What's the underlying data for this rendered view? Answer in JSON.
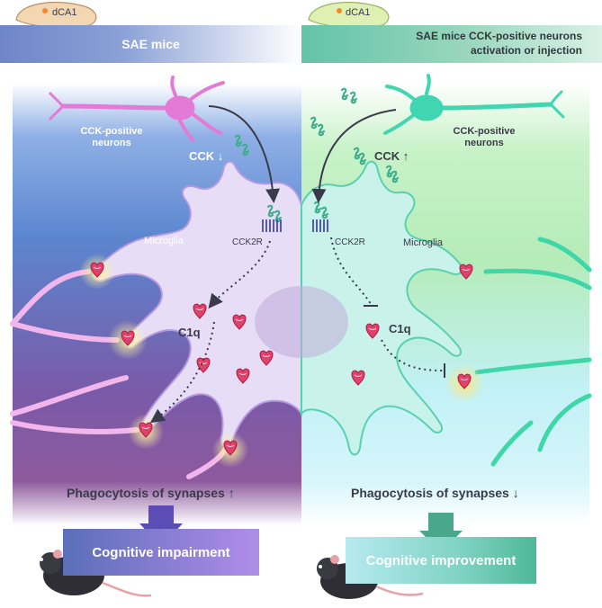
{
  "left_panel": {
    "header": "SAE mice",
    "region": "dCA1",
    "neuron_label": "CCK-positive neurons",
    "cck_label": "CCK",
    "cck_arrow": "↓",
    "receptor_label": "CCK2R",
    "cell_label": "Microglia",
    "c1q_label": "C1q",
    "phago_label": "Phagocytosis of synapses",
    "phago_arrow": "↑",
    "outcome": "Cognitive impairment"
  },
  "right_panel": {
    "header_line1": "SAE mice CCK-positive neurons",
    "header_line2": "activation or injection",
    "region": "dCA1",
    "neuron_label": "CCK-positive neurons",
    "cck_label": "CCK",
    "cck_arrow": "↑",
    "receptor_label": "CCK2R",
    "cell_label": "Microglia",
    "c1q_label": "C1q",
    "phago_label": "Phagocytosis of synapses",
    "phago_arrow": "↓",
    "outcome": "Cognitive improvement"
  },
  "colors": {
    "left_bg_top": "#5b86cf",
    "left_bg_bottom": "#7a4f9c",
    "right_bg_top": "#b5ecb8",
    "right_bg_bottom": "#c2f1f7",
    "left_neuron": "#e27ad6",
    "right_neuron": "#3fd6b0",
    "c1q": "#e2406a",
    "arrow_left": "#5b4db5",
    "arrow_right": "#4aa88a"
  }
}
